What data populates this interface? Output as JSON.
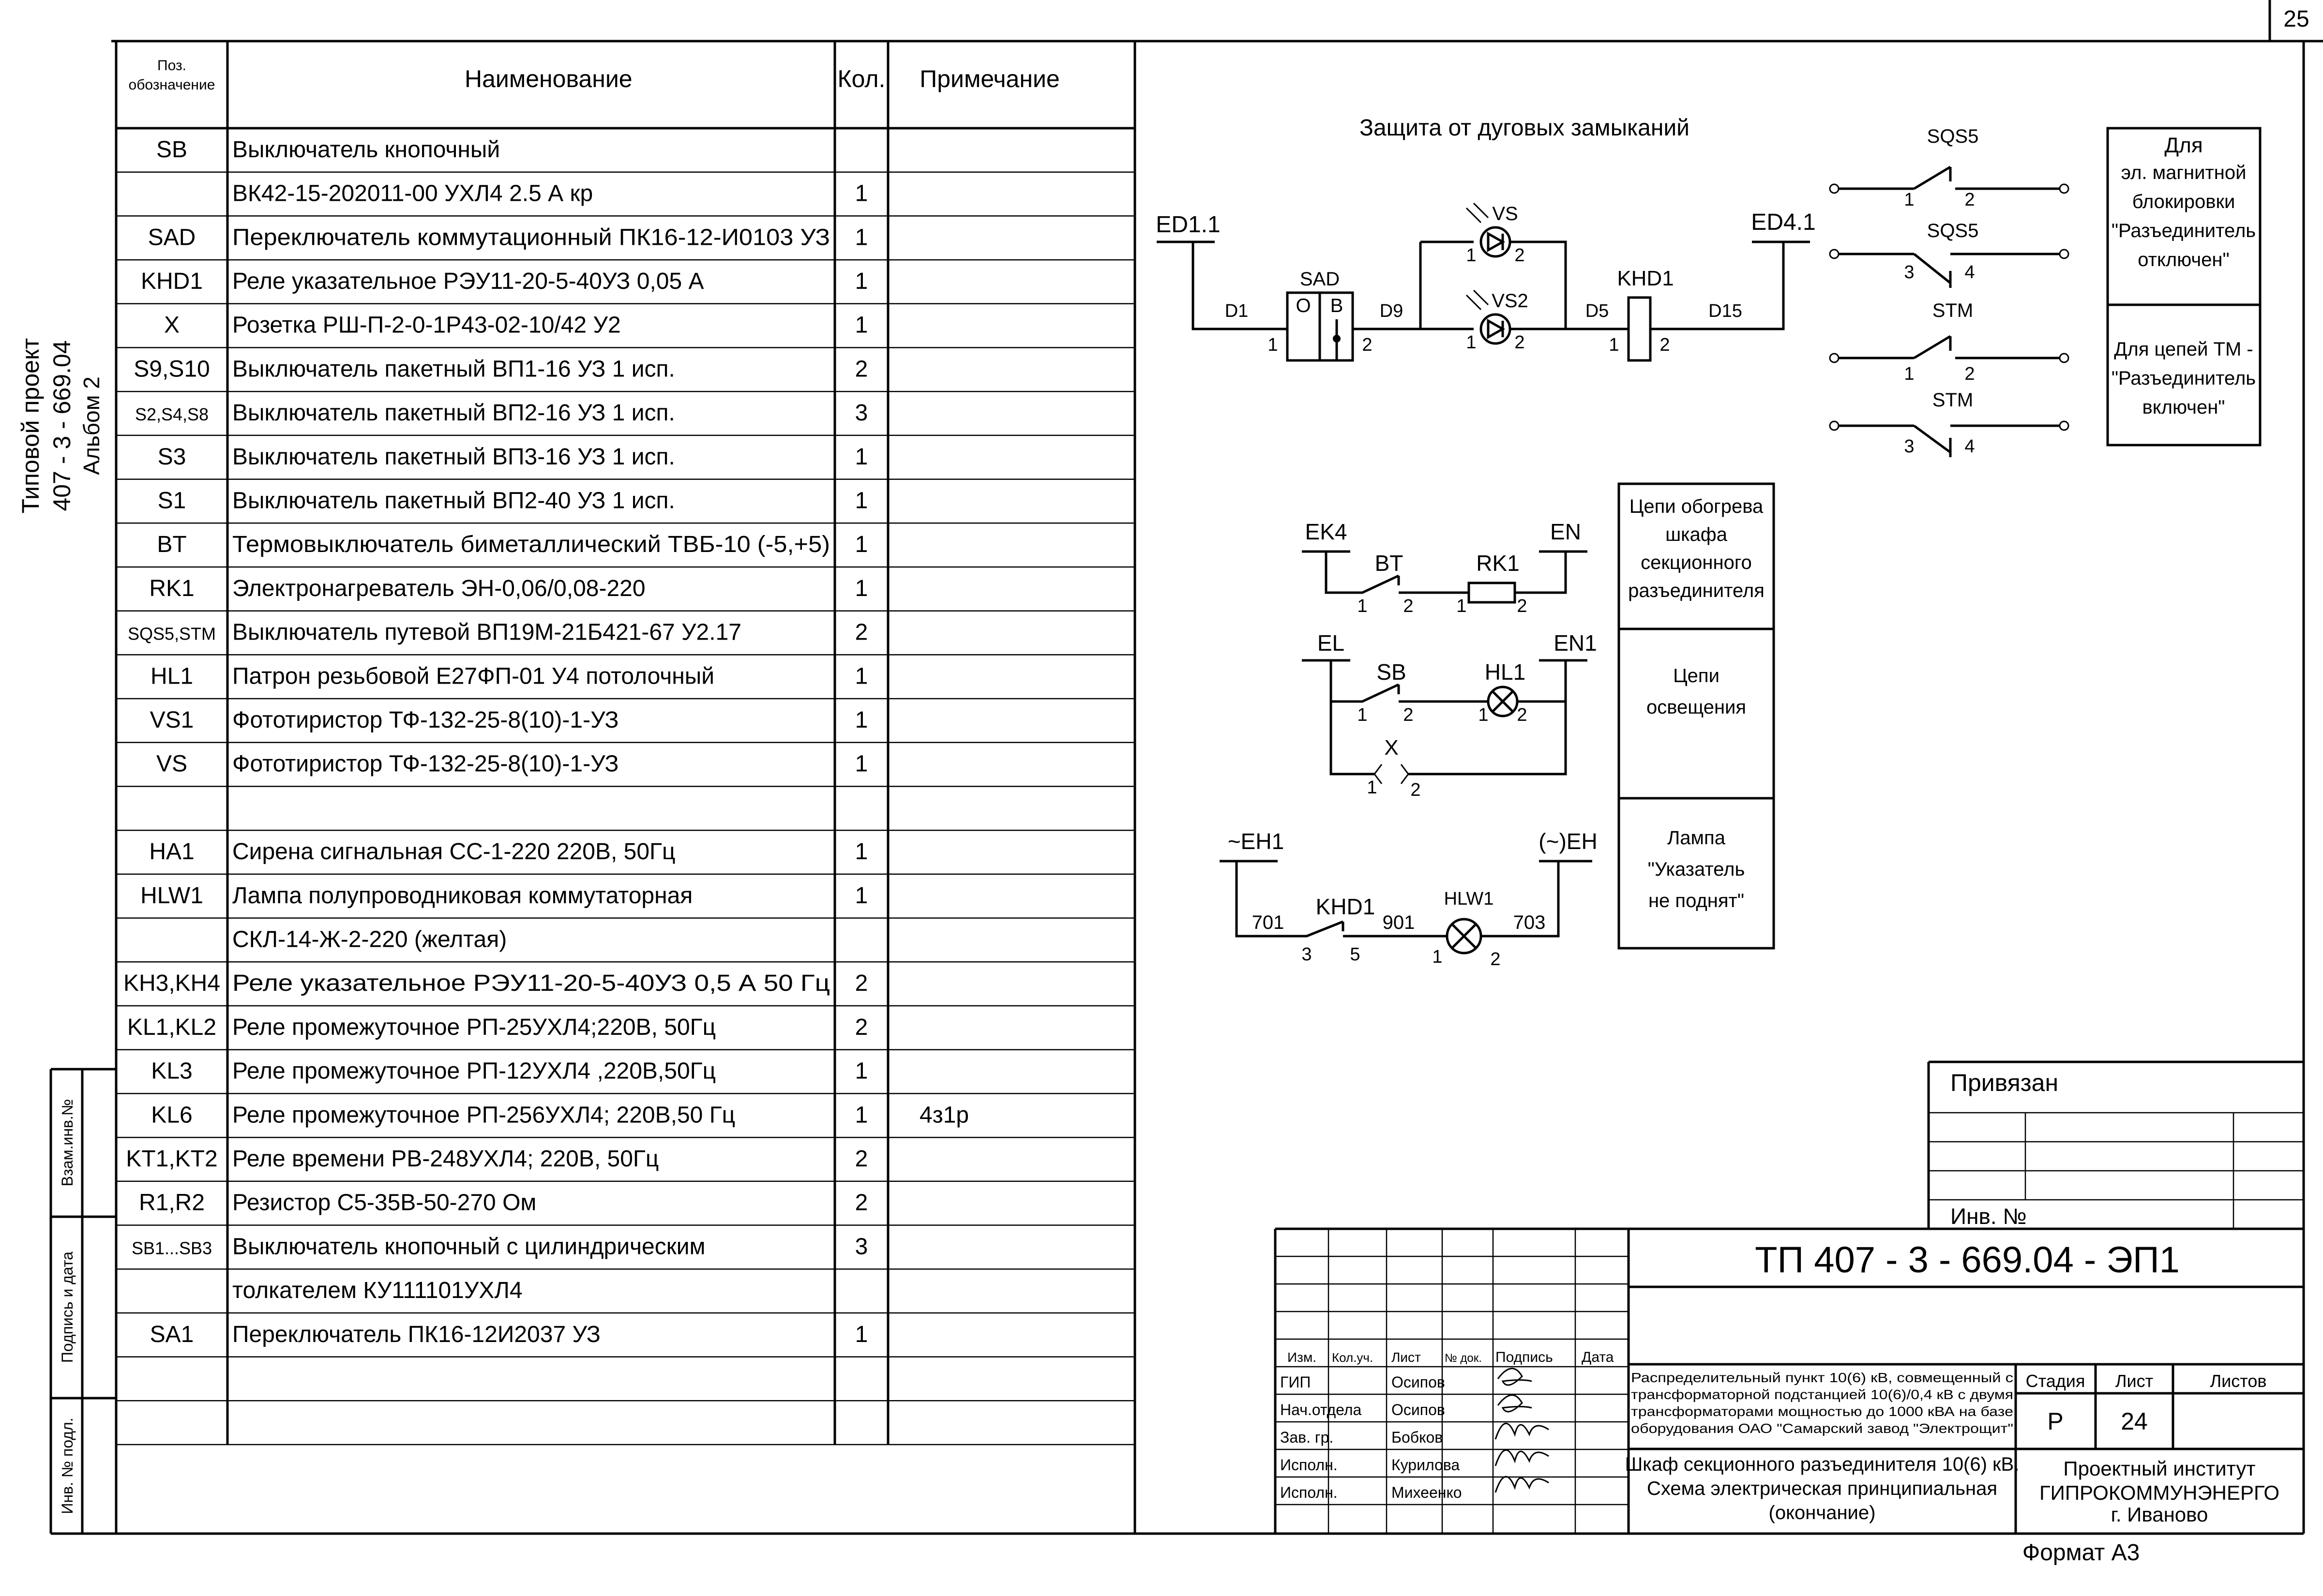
{
  "page_number": "25",
  "side_stamp": {
    "line1": "Типовой проект",
    "line2": "407 - 3 - 669.04",
    "line3": "Альбом 2"
  },
  "left_strip": {
    "labels": [
      "Взам.инв.№",
      "Подпись и дата",
      "Инв. № подл."
    ]
  },
  "table": {
    "headers": {
      "pos_line1": "Поз.",
      "pos_line2": "обозначение",
      "name": "Наименование",
      "qty": "Кол.",
      "note": "Примечание"
    },
    "rows": [
      {
        "pos": "SB",
        "name": "Выключатель кнопочный",
        "qty": "",
        "note": ""
      },
      {
        "pos": "",
        "name": "ВК42-15-202011-00 УХЛ4  2.5 А кр",
        "qty": "1",
        "note": ""
      },
      {
        "pos": "SAD",
        "name": "Переключатель коммутационный ПК16-12-И0103 УЗ",
        "qty": "1",
        "note": ""
      },
      {
        "pos": "KHD1",
        "name": "Реле указательное РЭУ11-20-5-40УЗ  0,05 А",
        "qty": "1",
        "note": ""
      },
      {
        "pos": "X",
        "name": "Розетка РШ-П-2-0-1Р43-02-10/42 У2",
        "qty": "1",
        "note": ""
      },
      {
        "pos": "S9,S10",
        "name": "Выключатель пакетный ВП1-16 УЗ 1 исп.",
        "qty": "2",
        "note": ""
      },
      {
        "pos": "S2,S4,S8",
        "name": "Выключатель пакетный ВП2-16 УЗ 1 исп.",
        "qty": "3",
        "note": ""
      },
      {
        "pos": "S3",
        "name": "Выключатель пакетный ВП3-16 УЗ 1 исп.",
        "qty": "1",
        "note": ""
      },
      {
        "pos": "S1",
        "name": "Выключатель пакетный ВП2-40 УЗ 1 исп.",
        "qty": "1",
        "note": ""
      },
      {
        "pos": "BT",
        "name": "Термовыключатель биметаллический ТВБ-10 (-5,+5)",
        "qty": "1",
        "note": ""
      },
      {
        "pos": "RK1",
        "name": "Электронагреватель ЭН-0,06/0,08-220",
        "qty": "1",
        "note": ""
      },
      {
        "pos": "SQS5,STM",
        "name": "Выключатель путевой ВП19М-21Б421-67  У2.17",
        "qty": "2",
        "note": ""
      },
      {
        "pos": "HL1",
        "name": "Патрон резьбовой Е27ФП-01 У4 потолочный",
        "qty": "1",
        "note": ""
      },
      {
        "pos": "VS1",
        "name": "Фототиристор ТФ-132-25-8(10)-1-УЗ",
        "qty": "1",
        "note": ""
      },
      {
        "pos": "VS",
        "name": "Фототиристор ТФ-132-25-8(10)-1-УЗ",
        "qty": "1",
        "note": ""
      },
      {
        "pos": "",
        "name": "",
        "qty": "",
        "note": ""
      },
      {
        "pos": "HA1",
        "name": "Сирена сигнальная СС-1-220    220В, 50Гц",
        "qty": "1",
        "note": ""
      },
      {
        "pos": "HLW1",
        "name": "Лампа полупроводниковая коммутаторная",
        "qty": "1",
        "note": ""
      },
      {
        "pos": "",
        "name": "СКЛ-14-Ж-2-220 (желтая)",
        "qty": "",
        "note": ""
      },
      {
        "pos": "KH3,KH4",
        "name": "Реле указательное  РЭУ11-20-5-40УЗ 0,5 А 50 Гц",
        "qty": "2",
        "note": ""
      },
      {
        "pos": "KL1,KL2",
        "name": "Реле промежуточное РП-25УХЛ4;220В, 50Гц",
        "qty": "2",
        "note": ""
      },
      {
        "pos": "KL3",
        "name": "Реле промежуточное РП-12УХЛ4 ,220В,50Гц",
        "qty": "1",
        "note": ""
      },
      {
        "pos": "KL6",
        "name": "Реле промежуточное РП-256УХЛ4; 220В,50 Гц",
        "qty": "1",
        "note": "4з1р"
      },
      {
        "pos": "KT1,KT2",
        "name": "Реле времени  РВ-248УХЛ4;  220В, 50Гц",
        "qty": "2",
        "note": ""
      },
      {
        "pos": "R1,R2",
        "name": "Резистор С5-35В-50-270 Ом",
        "qty": "2",
        "note": ""
      },
      {
        "pos": "SB1...SB3",
        "name": "Выключатель кнопочный с  цилиндрическим",
        "qty": "3",
        "note": ""
      },
      {
        "pos": "",
        "name": "толкателем КУ111101УХЛ4",
        "qty": "",
        "note": ""
      },
      {
        "pos": "SA1",
        "name": "Переключатель ПК16-12И2037 УЗ",
        "qty": "1",
        "note": ""
      },
      {
        "pos": "",
        "name": "",
        "qty": "",
        "note": ""
      },
      {
        "pos": "",
        "name": "",
        "qty": "",
        "note": ""
      }
    ]
  },
  "arc_protection": {
    "title": "Защита от дуговых замыканий",
    "labels": {
      "left_terminal": "ED1.1",
      "right_terminal": "ED4.1",
      "sad": "SAD",
      "sad_o": "О",
      "sad_b": "В",
      "wire_d11": "D1",
      "wire_d9": "D9",
      "wire_d5": "D5",
      "wire_d15": "D15",
      "vs_top": "VS",
      "vs_bottom": "VS2",
      "khd1": "KHD1",
      "pin1": "1",
      "pin2": "2"
    }
  },
  "limit_switches": {
    "labels": [
      "SQS5",
      "SQS5",
      "STM",
      "STM"
    ],
    "pins": [
      [
        "1",
        "2"
      ],
      [
        "3",
        "4"
      ],
      [
        "1",
        "2"
      ],
      [
        "3",
        "4"
      ]
    ]
  },
  "notes_box": {
    "top": [
      "Для",
      "эл. магнитной",
      "блокировки",
      "\"Разъединитель",
      "отключен\""
    ],
    "bottom": [
      "Для цепей ТМ -",
      "\"Разъединитель",
      "включен\""
    ]
  },
  "heating": {
    "ek4": "EK4",
    "bt": "BT",
    "rk1": "RK1",
    "en": "EN",
    "el": "EL",
    "sb": "SB",
    "hl1": "HL1",
    "en1": "EN1",
    "x": "X",
    "pin1": "1",
    "pin2": "2"
  },
  "circuit_labels": {
    "heat": [
      "Цепи обогрева",
      "шкафа",
      "секционного",
      "разъединителя"
    ],
    "light": [
      "Цепи",
      "освещения"
    ],
    "lamp": [
      "Лампа",
      "\"Указатель",
      "не поднят\""
    ]
  },
  "signal_circuit": {
    "eh1": "~EH1",
    "eh": "(~)EH",
    "khd1": "KHD1",
    "hlw1": "HLW1",
    "w701": "701",
    "w901": "901",
    "w703": "703",
    "p3": "3",
    "p5": "5",
    "p1": "1",
    "p2": "2"
  },
  "title_block": {
    "privyazan": "Привязан",
    "inv_no": "Инв. №",
    "doc_code": "ТП  407 - 3 - 669.04 - ЭП1",
    "cols": [
      "Изм.",
      "Кол.уч.",
      "Лист",
      "№ док.",
      "Подпись",
      "Дата"
    ],
    "people": [
      {
        "role": "ГИП",
        "name": "Осипов"
      },
      {
        "role": "Нач.отдела",
        "name": "Осипов"
      },
      {
        "role": "Зав. гр.",
        "name": "Бобков"
      },
      {
        "role": "Исполн.",
        "name": "Курилова"
      },
      {
        "role": "Исполн.",
        "name": "Михеенко"
      }
    ],
    "description": [
      "Распределительный пункт 10(6) кВ, совмещенный с",
      "трансформаторной подстанцией 10(6)/0,4 кВ с двумя",
      "трансформаторами мощностью до 1000 кВА на базе",
      "оборудования ОАО \"Самарский завод \"Электрощит\""
    ],
    "sheet_title": [
      "Шкаф секционного разъединителя 10(6) кВ.",
      "Схема электрическая принципиальная",
      "(окончание)"
    ],
    "stage_header": "Стадия",
    "sheet_header": "Лист",
    "sheets_header": "Листов",
    "stage": "Р",
    "sheet": "24",
    "org": [
      "Проектный институт",
      "ГИПРОКОММУНЭНЕРГО",
      "г. Иваново"
    ],
    "format": "Формат А3"
  }
}
